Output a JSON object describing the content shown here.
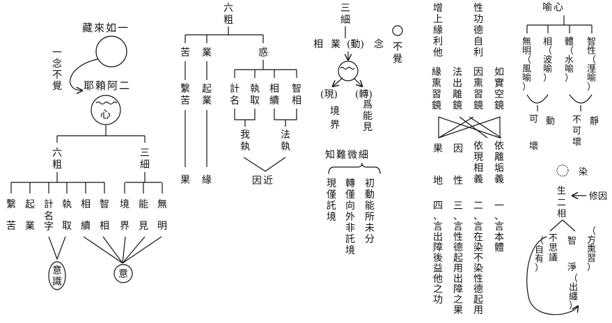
{
  "fig1": {
    "top": "藏來如一",
    "side": "一念不覺",
    "alaya": "耶賴阿二",
    "heart": "心",
    "six": "六粗",
    "three": "三細",
    "six_items": [
      "繫苦",
      "起業",
      "計名字",
      "執取",
      "相續",
      "智相"
    ],
    "three_items": [
      "境界",
      "能見",
      "無明"
    ],
    "yi_shi": "意識",
    "yi": "意"
  },
  "fig2": {
    "title": "六粗",
    "ku": "苦",
    "ye": "業",
    "huo": "惑",
    "left_col": "繫苦",
    "mid_col": "起業",
    "ji_ming": "計名",
    "zhi_qu": "執取",
    "xiang_xu": "相續",
    "zhi_xiang": "智相",
    "wo_zhi": "我執",
    "fa_zhi": "法執",
    "guo": "果",
    "yuan": "緣",
    "yin_jin": "因近"
  },
  "fig3": {
    "title": "三細",
    "row_xiang": "相",
    "row_ye": "業",
    "row_dong": "(動)",
    "row_nian": "念",
    "bu_jue": "不覺",
    "xian": "(現)",
    "zhuan": "(轉)",
    "jing_jie": "境界",
    "wei_neng_jian": "爲能見",
    "zhi_nan": "知難微細",
    "col_chu": "初動能所未分",
    "col_zhuan": "轉僅向外非託境",
    "col_xian": "現僅託境"
  },
  "fig4": {
    "headers": [
      "如實空鏡",
      "因熏習鏡",
      "法出離鏡",
      "緣熏習鏡"
    ],
    "top_labels": [
      "性功德自利",
      "增上緣利他"
    ],
    "lower_a": [
      "依離垢義",
      "依現相義"
    ],
    "lower_b": [
      "果",
      "因",
      "性",
      "地"
    ],
    "bottom": [
      "一、言本體",
      "二、言在染不染性德起用",
      "三、言性德起用出障之果",
      "四、言出障後益他之功"
    ]
  },
  "fig5": {
    "title": "喻心",
    "branches": [
      "無明（風喻）",
      "相（波喻）",
      "體（水喻）",
      "智性（溼喻）"
    ],
    "ke_huai": "可壞",
    "dong": "動",
    "bu_ke_huai": "不可壞",
    "jing": "靜",
    "ran": "染",
    "sheng": "生",
    "xiu_yin": "修因",
    "er_xiang": "二相",
    "zi_you": "（自有）",
    "bu_si_yi": "不思議",
    "zhi": "智",
    "jing2": "淨",
    "fang_xun_xi": "（方熏習）",
    "chu_chan": "（出纏）"
  }
}
